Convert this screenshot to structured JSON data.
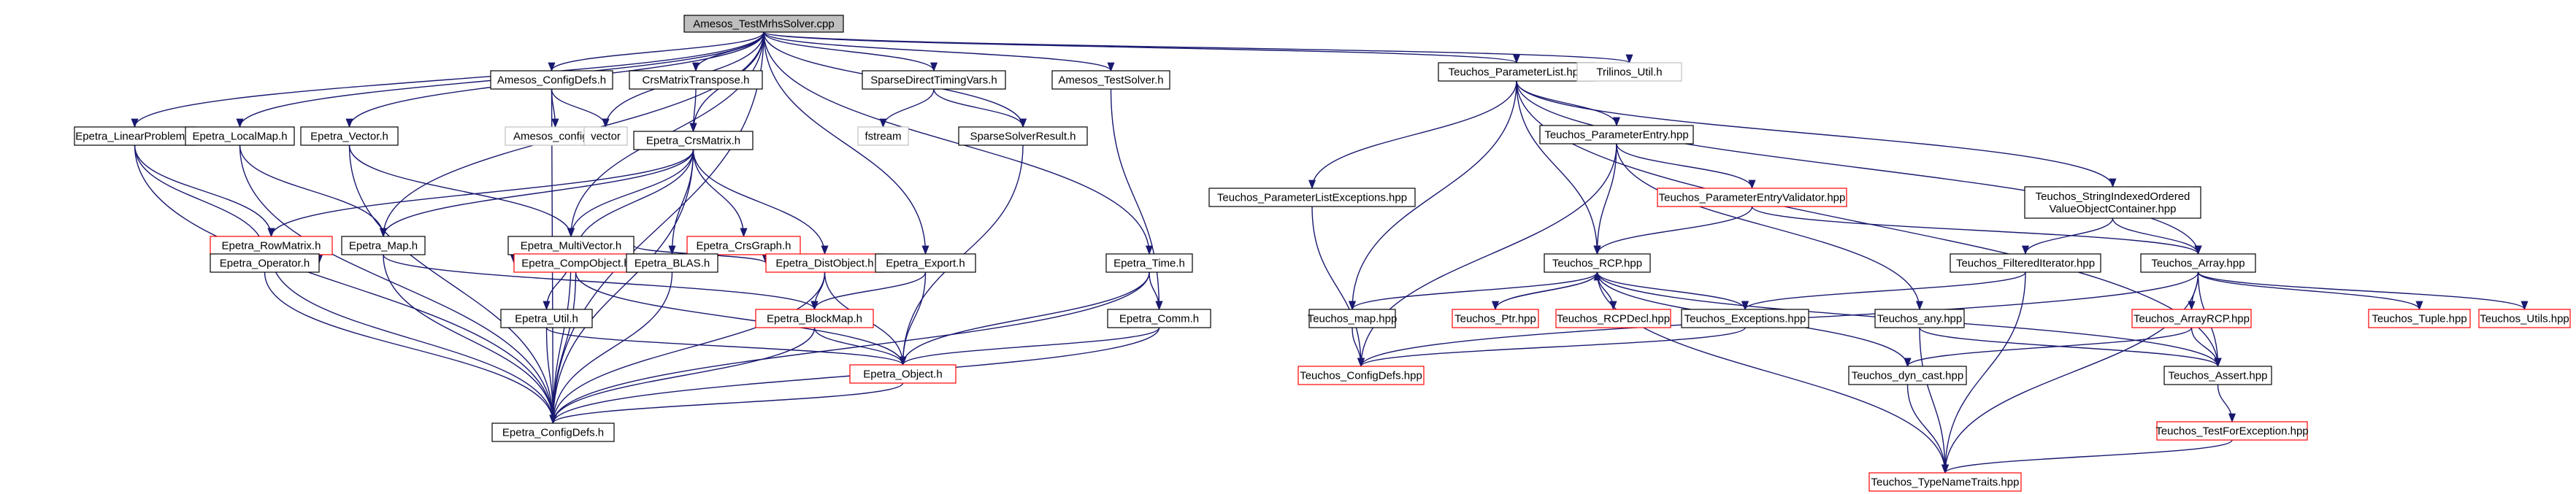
{
  "colors": {
    "black": "#000000",
    "red": "#ff0000",
    "gray": "#c0c0c0",
    "selected_fill": "#bfbfbf",
    "edge": "#191970",
    "text": "#000000",
    "stub_text": "#707070"
  },
  "nodes": [
    {
      "id": "root",
      "label": "Amesos_TestMrhsSolver.cpp",
      "style": "selected"
    },
    {
      "id": "eLinProb",
      "label": "Epetra_LinearProblem.h",
      "style": "black"
    },
    {
      "id": "eLocalMap",
      "label": "Epetra_LocalMap.h",
      "style": "black"
    },
    {
      "id": "eVector",
      "label": "Epetra_Vector.h",
      "style": "black"
    },
    {
      "id": "aConfigDefs",
      "label": "Amesos_ConfigDefs.h",
      "style": "black"
    },
    {
      "id": "amesosConfig",
      "label": "Amesos_config.h",
      "style": "gray"
    },
    {
      "id": "vector",
      "label": "vector",
      "style": "gray"
    },
    {
      "id": "crsTranspose",
      "label": "CrsMatrixTranspose.h",
      "style": "black"
    },
    {
      "id": "eCrsMatrix",
      "label": "Epetra_CrsMatrix.h",
      "style": "black"
    },
    {
      "id": "sparseTiming",
      "label": "SparseDirectTimingVars.h",
      "style": "black"
    },
    {
      "id": "fstream",
      "label": "fstream",
      "style": "gray"
    },
    {
      "id": "sparseResult",
      "label": "SparseSolverResult.h",
      "style": "black"
    },
    {
      "id": "aTestSolver",
      "label": "Amesos_TestSolver.h",
      "style": "black"
    },
    {
      "id": "tParamList",
      "label": "Teuchos_ParameterList.hpp",
      "style": "black"
    },
    {
      "id": "trilinosUtil",
      "label": "Trilinos_Util.h",
      "style": "gray"
    },
    {
      "id": "eRowMatrix",
      "label": "Epetra_RowMatrix.h",
      "style": "red"
    },
    {
      "id": "eMap",
      "label": "Epetra_Map.h",
      "style": "black"
    },
    {
      "id": "eMultiVector",
      "label": "Epetra_MultiVector.h",
      "style": "black"
    },
    {
      "id": "eCrsGraph",
      "label": "Epetra_CrsGraph.h",
      "style": "red"
    },
    {
      "id": "eOperator",
      "label": "Epetra_Operator.h",
      "style": "black"
    },
    {
      "id": "eCompObject",
      "label": "Epetra_CompObject.h",
      "style": "red"
    },
    {
      "id": "eBLAS",
      "label": "Epetra_BLAS.h",
      "style": "black"
    },
    {
      "id": "eDistObject",
      "label": "Epetra_DistObject.h",
      "style": "red"
    },
    {
      "id": "eExport",
      "label": "Epetra_Export.h",
      "style": "black"
    },
    {
      "id": "eTime",
      "label": "Epetra_Time.h",
      "style": "black"
    },
    {
      "id": "eUtil",
      "label": "Epetra_Util.h",
      "style": "black"
    },
    {
      "id": "eBlockMap",
      "label": "Epetra_BlockMap.h",
      "style": "red"
    },
    {
      "id": "eComm",
      "label": "Epetra_Comm.h",
      "style": "black"
    },
    {
      "id": "eObject",
      "label": "Epetra_Object.h",
      "style": "red"
    },
    {
      "id": "eConfigDefs",
      "label": "Epetra_ConfigDefs.h",
      "style": "black"
    },
    {
      "id": "tParamEntry",
      "label": "Teuchos_ParameterEntry.hpp",
      "style": "black"
    },
    {
      "id": "tParamListExc",
      "label": "Teuchos_ParameterListExceptions.hpp",
      "style": "black"
    },
    {
      "id": "tParamEntryVal",
      "label": "Teuchos_ParameterEntryValidator.hpp",
      "style": "red"
    },
    {
      "id": "tStrIdx",
      "label": "Teuchos_StringIndexedOrdered\nValueObjectContainer.hpp",
      "style": "black"
    },
    {
      "id": "tRCP",
      "label": "Teuchos_RCP.hpp",
      "style": "black"
    },
    {
      "id": "tFilteredIter",
      "label": "Teuchos_FilteredIterator.hpp",
      "style": "black"
    },
    {
      "id": "tArray",
      "label": "Teuchos_Array.hpp",
      "style": "black"
    },
    {
      "id": "tMap",
      "label": "Teuchos_map.hpp",
      "style": "black"
    },
    {
      "id": "tPtr",
      "label": "Teuchos_Ptr.hpp",
      "style": "red"
    },
    {
      "id": "tRCPDecl",
      "label": "Teuchos_RCPDecl.hpp",
      "style": "red"
    },
    {
      "id": "tExceptions",
      "label": "Teuchos_Exceptions.hpp",
      "style": "black"
    },
    {
      "id": "tAny",
      "label": "Teuchos_any.hpp",
      "style": "black"
    },
    {
      "id": "tArrayRCP",
      "label": "Teuchos_ArrayRCP.hpp",
      "style": "red"
    },
    {
      "id": "tTuple",
      "label": "Teuchos_Tuple.hpp",
      "style": "red"
    },
    {
      "id": "tUtils",
      "label": "Teuchos_Utils.hpp",
      "style": "red"
    },
    {
      "id": "tConfigDefs",
      "label": "Teuchos_ConfigDefs.hpp",
      "style": "red"
    },
    {
      "id": "tDynCast",
      "label": "Teuchos_dyn_cast.hpp",
      "style": "black"
    },
    {
      "id": "tAssert",
      "label": "Teuchos_Assert.hpp",
      "style": "black"
    },
    {
      "id": "tTestForExc",
      "label": "Teuchos_TestForException.hpp",
      "style": "red"
    },
    {
      "id": "tTypeNameTraits",
      "label": "Teuchos_TypeNameTraits.hpp",
      "style": "red"
    }
  ],
  "edges": [
    [
      "root",
      "eLinProb"
    ],
    [
      "root",
      "eLocalMap"
    ],
    [
      "root",
      "eVector"
    ],
    [
      "root",
      "aConfigDefs"
    ],
    [
      "root",
      "vector"
    ],
    [
      "root",
      "crsTranspose"
    ],
    [
      "root",
      "eCrsMatrix"
    ],
    [
      "root",
      "sparseTiming"
    ],
    [
      "root",
      "sparseResult"
    ],
    [
      "root",
      "aTestSolver"
    ],
    [
      "root",
      "tParamList"
    ],
    [
      "root",
      "trilinosUtil"
    ],
    [
      "root",
      "eMap"
    ],
    [
      "root",
      "eMultiVector"
    ],
    [
      "root",
      "eExport"
    ],
    [
      "root",
      "eTime"
    ],
    [
      "root",
      "eConfigDefs"
    ],
    [
      "aConfigDefs",
      "amesosConfig"
    ],
    [
      "aConfigDefs",
      "vector"
    ],
    [
      "aConfigDefs",
      "eConfigDefs"
    ],
    [
      "crsTranspose",
      "eCrsMatrix"
    ],
    [
      "sparseTiming",
      "fstream"
    ],
    [
      "sparseTiming",
      "sparseResult"
    ],
    [
      "sparseResult",
      "eObject"
    ],
    [
      "aTestSolver",
      "eComm"
    ],
    [
      "eLinProb",
      "eRowMatrix"
    ],
    [
      "eLinProb",
      "eOperator"
    ],
    [
      "eLinProb",
      "eConfigDefs"
    ],
    [
      "eLocalMap",
      "eMap"
    ],
    [
      "eLocalMap",
      "eConfigDefs"
    ],
    [
      "eVector",
      "eMultiVector"
    ],
    [
      "eVector",
      "eConfigDefs"
    ],
    [
      "eCrsMatrix",
      "eRowMatrix"
    ],
    [
      "eCrsMatrix",
      "eMap"
    ],
    [
      "eCrsMatrix",
      "eMultiVector"
    ],
    [
      "eCrsMatrix",
      "eCrsGraph"
    ],
    [
      "eCrsMatrix",
      "eCompObject"
    ],
    [
      "eCrsMatrix",
      "eBLAS"
    ],
    [
      "eCrsMatrix",
      "eDistObject"
    ],
    [
      "eCrsMatrix",
      "eConfigDefs"
    ],
    [
      "eRowMatrix",
      "eOperator"
    ],
    [
      "eRowMatrix",
      "eConfigDefs"
    ],
    [
      "eMap",
      "eBlockMap"
    ],
    [
      "eMap",
      "eConfigDefs"
    ],
    [
      "eMultiVector",
      "eCompObject"
    ],
    [
      "eMultiVector",
      "eBLAS"
    ],
    [
      "eMultiVector",
      "eDistObject"
    ],
    [
      "eMultiVector",
      "eUtil"
    ],
    [
      "eMultiVector",
      "eConfigDefs"
    ],
    [
      "eCrsGraph",
      "eDistObject"
    ],
    [
      "eOperator",
      "eConfigDefs"
    ],
    [
      "eCompObject",
      "eObject"
    ],
    [
      "eCompObject",
      "eConfigDefs"
    ],
    [
      "eBLAS",
      "eConfigDefs"
    ],
    [
      "eDistObject",
      "eBlockMap"
    ],
    [
      "eDistObject",
      "eObject"
    ],
    [
      "eDistObject",
      "eConfigDefs"
    ],
    [
      "eExport",
      "eBlockMap"
    ],
    [
      "eExport",
      "eObject"
    ],
    [
      "eTime",
      "eComm"
    ],
    [
      "eTime",
      "eObject"
    ],
    [
      "eTime",
      "eConfigDefs"
    ],
    [
      "eUtil",
      "eObject"
    ],
    [
      "eUtil",
      "eConfigDefs"
    ],
    [
      "eBlockMap",
      "eObject"
    ],
    [
      "eBlockMap",
      "eConfigDefs"
    ],
    [
      "eComm",
      "eObject"
    ],
    [
      "eComm",
      "eConfigDefs"
    ],
    [
      "eObject",
      "eConfigDefs"
    ],
    [
      "tParamList",
      "tParamEntry"
    ],
    [
      "tParamList",
      "tParamListExc"
    ],
    [
      "tParamList",
      "tStrIdx"
    ],
    [
      "tParamList",
      "tRCP"
    ],
    [
      "tParamList",
      "tMap"
    ],
    [
      "tParamList",
      "tArray"
    ],
    [
      "tParamList",
      "tAssert"
    ],
    [
      "tParamEntry",
      "tParamEntryVal"
    ],
    [
      "tParamEntry",
      "tRCP"
    ],
    [
      "tParamEntry",
      "tAny"
    ],
    [
      "tParamEntry",
      "tConfigDefs"
    ],
    [
      "tParamListExc",
      "tConfigDefs"
    ],
    [
      "tParamEntryVal",
      "tRCP"
    ],
    [
      "tParamEntryVal",
      "tArray"
    ],
    [
      "tStrIdx",
      "tFilteredIter"
    ],
    [
      "tStrIdx",
      "tArray"
    ],
    [
      "tFilteredIter",
      "tExceptions"
    ],
    [
      "tFilteredIter",
      "tTypeNameTraits"
    ],
    [
      "tArray",
      "tArrayRCP"
    ],
    [
      "tArray",
      "tTuple"
    ],
    [
      "tArray",
      "tUtils"
    ],
    [
      "tArray",
      "tAssert"
    ],
    [
      "tArray",
      "tConfigDefs"
    ],
    [
      "tArray",
      "tTypeNameTraits"
    ],
    [
      "tRCP",
      "tPtr"
    ],
    [
      "tRCP",
      "tRCPDecl"
    ],
    [
      "tRCP",
      "tExceptions"
    ],
    [
      "tRCP",
      "tDynCast"
    ],
    [
      "tRCP",
      "tMap"
    ],
    [
      "tRCP",
      "tAssert"
    ],
    [
      "tRCP",
      "tTypeNameTraits"
    ],
    [
      "tPtr",
      "tRCP"
    ],
    [
      "tMap",
      "tConfigDefs"
    ],
    [
      "tExceptions",
      "tConfigDefs"
    ],
    [
      "tAny",
      "tAssert"
    ],
    [
      "tAny",
      "tTypeNameTraits"
    ],
    [
      "tArrayRCP",
      "tAssert"
    ],
    [
      "tArrayRCP",
      "tDynCast"
    ],
    [
      "tDynCast",
      "tTypeNameTraits"
    ],
    [
      "tAssert",
      "tTestForExc"
    ],
    [
      "tTestForExc",
      "tTypeNameTraits"
    ]
  ]
}
